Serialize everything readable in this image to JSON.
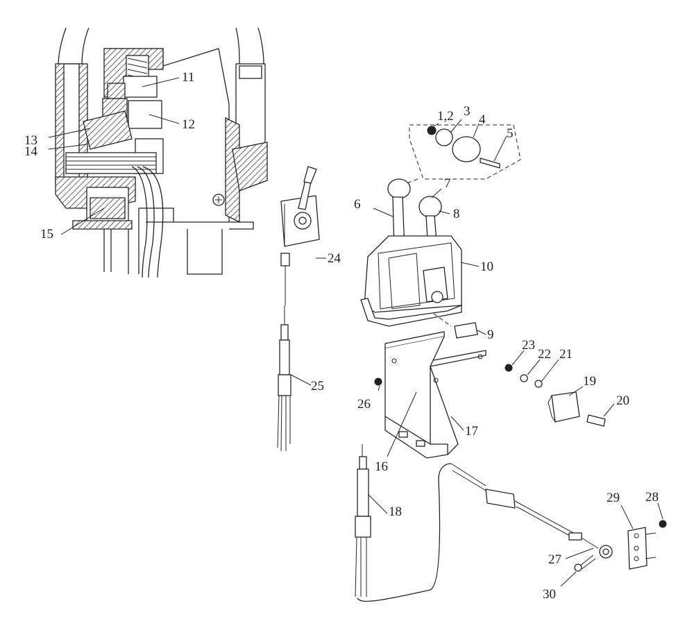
{
  "labels": {
    "l1_2": "1,2",
    "l3": "3",
    "l4": "4",
    "l5": "5",
    "l6": "6",
    "l7": "7",
    "l8": "8",
    "l9": "9",
    "l10": "10",
    "l11": "11",
    "l12": "12",
    "l13": "13",
    "l14": "14",
    "l15": "15",
    "l16": "16",
    "l17": "17",
    "l18": "18",
    "l19": "19",
    "l20": "20",
    "l21": "21",
    "l22": "22",
    "l23": "23",
    "l24": "24",
    "l25": "25",
    "l26": "26",
    "l27": "27",
    "l28": "28",
    "l29": "29",
    "l30": "30"
  },
  "icons": {
    "ground_symbol": "circled-plus-icon"
  }
}
